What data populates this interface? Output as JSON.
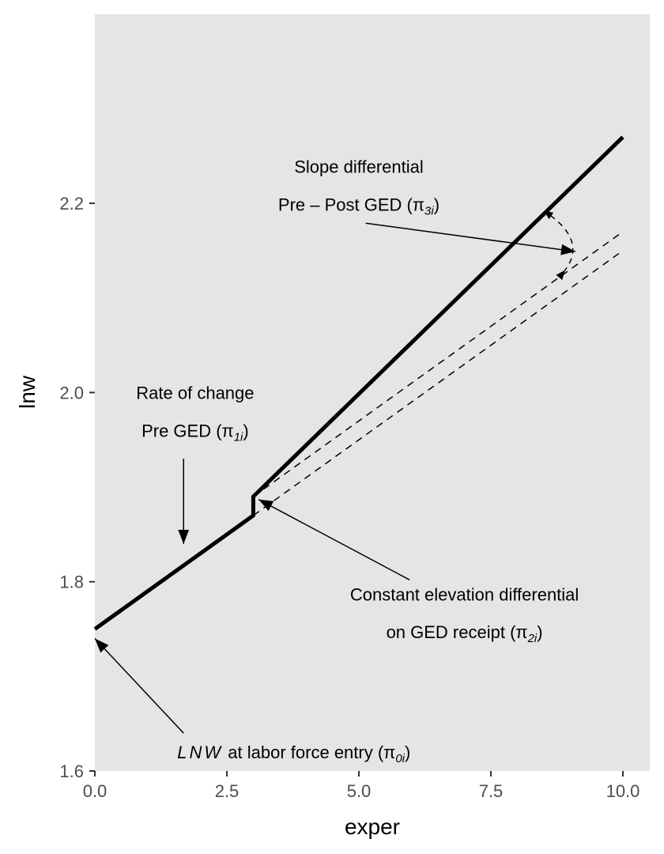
{
  "chart_data": {
    "type": "line",
    "xlabel": "exper",
    "ylabel": "lnw",
    "xlim": [
      0,
      10.5
    ],
    "ylim": [
      1.6,
      2.4
    ],
    "x_ticks": [
      0,
      2.5,
      5,
      7.5,
      10
    ],
    "x_tick_labels": [
      "0.0",
      "2.5",
      "5.0",
      "7.5",
      "10.0"
    ],
    "y_ticks": [
      1.6,
      1.8,
      2.0,
      2.2
    ],
    "y_tick_labels": [
      "1.6",
      "1.8",
      "2.0",
      "2.2"
    ],
    "background": "#e5e5e5",
    "series": [
      {
        "name": "trajectory",
        "style": "solid",
        "x": [
          0,
          3,
          3,
          10
        ],
        "y": [
          1.75,
          1.87,
          1.89,
          2.27
        ]
      },
      {
        "name": "counterfactual-pre-slope-from-jump",
        "style": "dashed",
        "x": [
          3,
          10
        ],
        "y": [
          1.89,
          2.17
        ]
      },
      {
        "name": "counterfactual-pre-slope-no-jump",
        "style": "dashed",
        "x": [
          3,
          10
        ],
        "y": [
          1.87,
          2.15
        ]
      }
    ],
    "annotations": [
      {
        "name": "slope-differential",
        "lines": [
          "Slope differential",
          "Pre – Post GED (π",
          "3i",
          ")"
        ],
        "text_x": 5.0,
        "text_y": [
          2.239,
          2.199
        ],
        "arrow": {
          "from": [
            5.13,
            2.179
          ],
          "to": [
            9.1,
            2.149
          ]
        }
      },
      {
        "name": "rate-of-change",
        "lines": [
          "Rate of change",
          "Pre GED (π",
          "1i",
          ")"
        ],
        "text_x": 1.9,
        "text_y": [
          2.0,
          1.96
        ],
        "arrow": {
          "from": [
            1.68,
            1.93
          ],
          "to": [
            1.68,
            1.84
          ]
        }
      },
      {
        "name": "constant-elevation",
        "lines": [
          "Constant elevation differential",
          "on GED receipt (π",
          "2i",
          ")"
        ],
        "text_x": 7.0,
        "text_y": [
          1.787,
          1.747
        ],
        "arrow": {
          "from": [
            5.96,
            1.802
          ],
          "to": [
            3.1,
            1.887
          ]
        }
      },
      {
        "name": "lnw-entry",
        "lines": [
          "LNW",
          " at labor force entry (π",
          "0i",
          ")"
        ],
        "text_x": 3.77,
        "text_y": [
          1.62
        ],
        "arrow": {
          "from": [
            1.68,
            1.64
          ],
          "to": [
            0.0,
            1.74
          ]
        }
      }
    ]
  }
}
